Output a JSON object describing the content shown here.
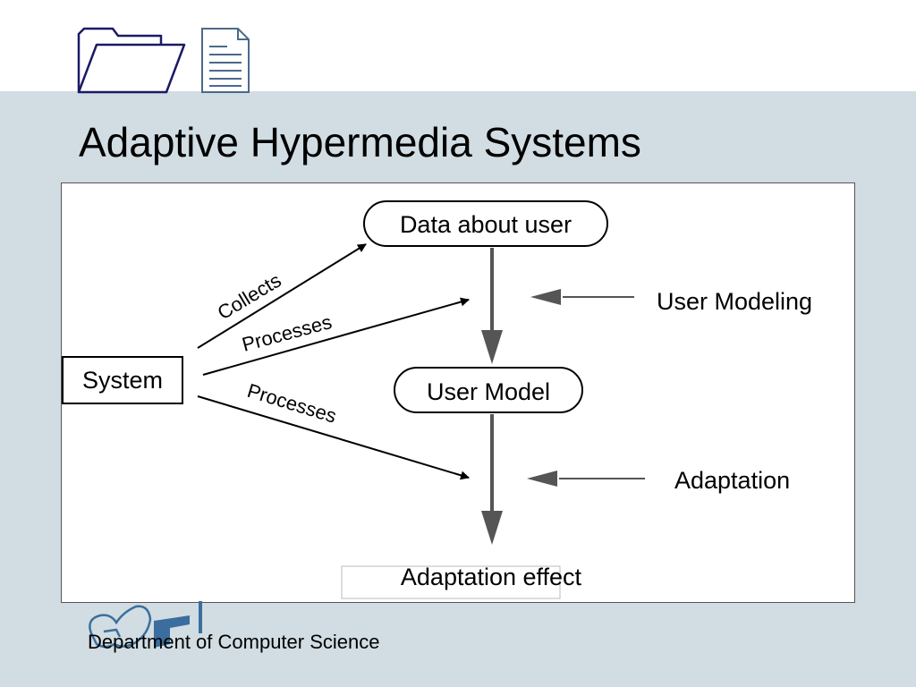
{
  "slide": {
    "title": "Adaptive Hypermedia Systems",
    "footer": "Department of Computer Science"
  },
  "icons": {
    "header": [
      "folder-open-icon",
      "document-icon"
    ],
    "footer": "department-logo-icon"
  },
  "colors": {
    "background": "#d1dde2",
    "header_band": "#ffffff",
    "folder_icon": "#1a1a66",
    "document_icon": "#4a6a8a",
    "logo": "#3b6e9e",
    "arrow_gray": "#555555"
  },
  "diagram": {
    "nodes": {
      "system": "System",
      "data_about_user": "Data about user",
      "user_model": "User Model",
      "adaptation_effect": "Adaptation effect"
    },
    "edge_labels": {
      "collects": "Collects",
      "processes_upper": "Processes",
      "processes_lower": "Processes"
    },
    "stage_labels": {
      "user_modeling": "User Modeling",
      "adaptation": "Adaptation"
    }
  }
}
